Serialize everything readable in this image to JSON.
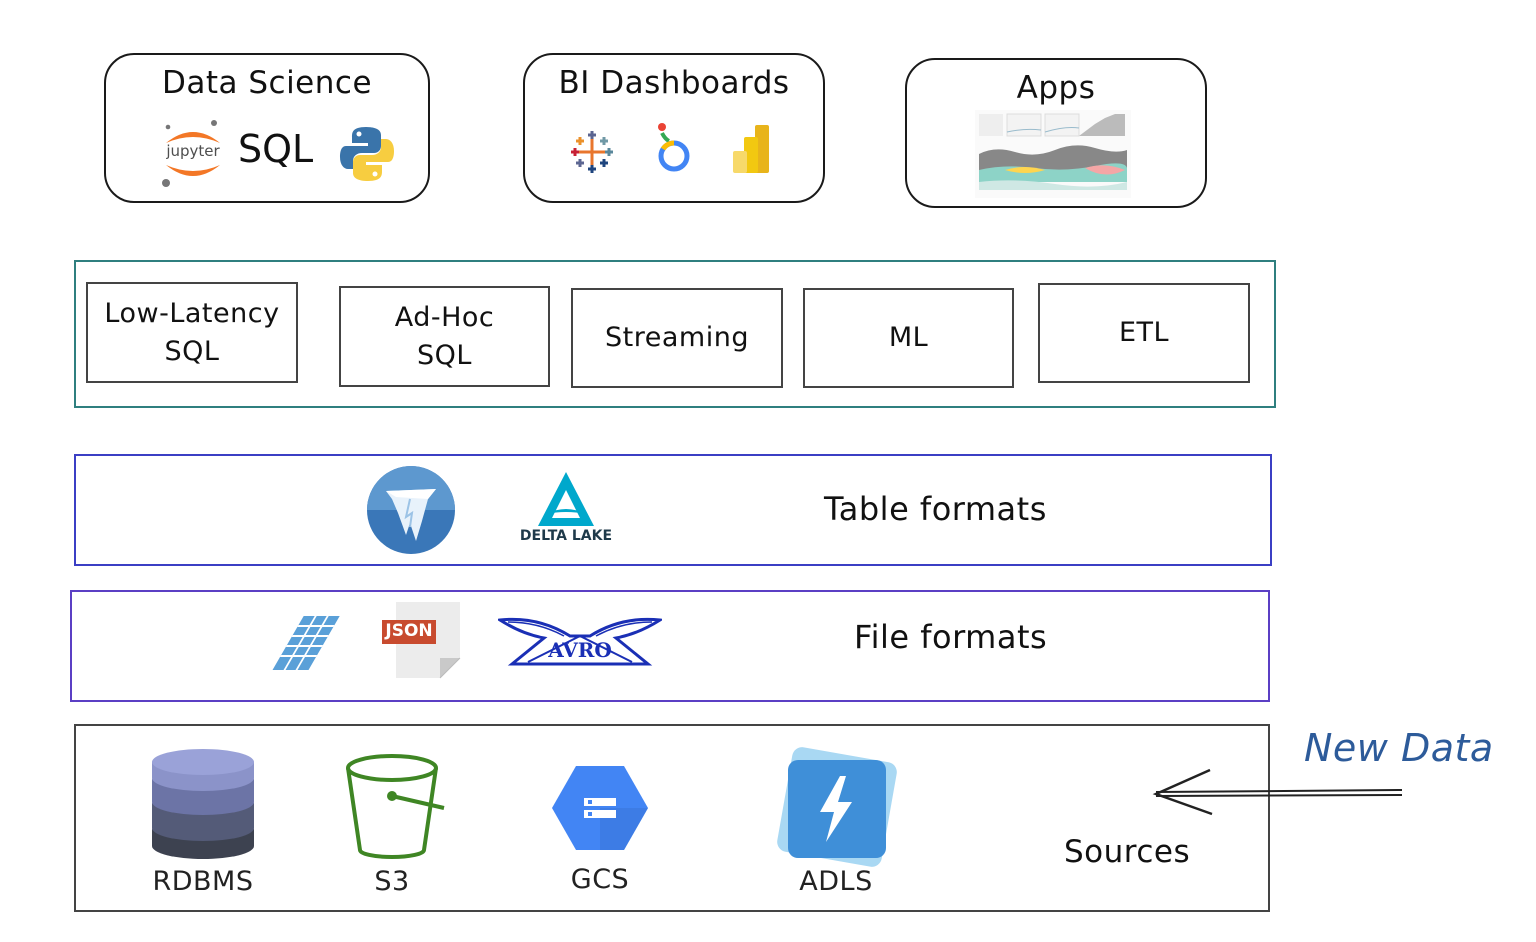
{
  "consumers": {
    "data_science": {
      "title": "Data Science",
      "icons": [
        "jupyter-logo",
        "sql-text",
        "python-logo"
      ],
      "jupyter_text": "jupyter",
      "sql_text": "SQL"
    },
    "bi": {
      "title": "BI Dashboards",
      "icons": [
        "tableau-logo",
        "looker-logo",
        "power-bi-logo"
      ]
    },
    "apps": {
      "title": "Apps",
      "icons": [
        "dashboard-thumbnail"
      ]
    }
  },
  "compute": {
    "workloads": [
      {
        "label": "Low-Latency\nSQL"
      },
      {
        "label": "Ad-Hoc\nSQL"
      },
      {
        "label": "Streaming"
      },
      {
        "label": "ML"
      },
      {
        "label": "ETL"
      }
    ],
    "border_color": "#2f7f7f"
  },
  "table_formats": {
    "label": "Table formats",
    "delta_text": "DELTA LAKE",
    "icons": [
      "iceberg-logo",
      "delta-lake-logo"
    ],
    "border_color": "#3b3fc4"
  },
  "file_formats": {
    "label": "File formats",
    "json_text": "JSON",
    "avro_text": "AVRO",
    "icons": [
      "parquet-logo",
      "json-file-icon",
      "avro-logo"
    ],
    "border_color": "#5b3fc4"
  },
  "sources": {
    "label": "Sources",
    "items": [
      {
        "label": "RDBMS",
        "icon": "database-icon"
      },
      {
        "label": "S3",
        "icon": "bucket-icon"
      },
      {
        "label": "GCS",
        "icon": "gcs-icon"
      },
      {
        "label": "ADLS",
        "icon": "adls-icon"
      }
    ]
  },
  "new_data": {
    "label": "New Data",
    "color": "#2d5b9a"
  }
}
